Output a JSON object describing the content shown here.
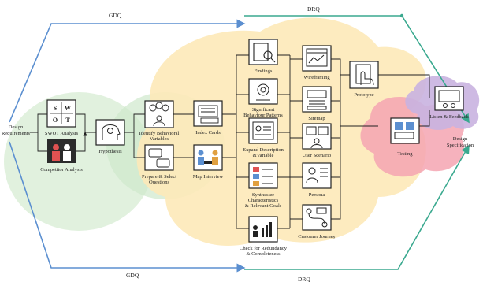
{
  "colors": {
    "gdq_line": "#5b8fd0",
    "drq_line": "#3aa98f",
    "box_stroke": "#222222"
  },
  "labels": {
    "gdq_top": "GDQ",
    "drq_top": "DRQ",
    "gdq_bottom": "GDQ",
    "drq_bottom": "DRQ",
    "design_requirements": [
      "Design",
      "Requirements"
    ],
    "design_specification": [
      "Design",
      "Specification"
    ]
  },
  "nodes": {
    "swot": {
      "label": "SWOT Analysis",
      "letters": [
        "S",
        "W",
        "O",
        "T"
      ]
    },
    "competitor": {
      "label": "Competitor Analysis"
    },
    "hypothesis": {
      "label": "Hypothesis"
    },
    "identify": {
      "label": [
        "Identify Behavioral",
        "Variables"
      ]
    },
    "prepare": {
      "label": [
        "Prepare & Select",
        "Questions"
      ]
    },
    "index_cards": {
      "label": "Index Cards"
    },
    "map_interview": {
      "label": "Map Interview"
    },
    "findings": {
      "label": "Findings"
    },
    "significant": {
      "label": [
        "Significant",
        "Behaviour Patterns"
      ]
    },
    "expand": {
      "label": [
        "Expand Description",
        "&Variable"
      ]
    },
    "synthesize": {
      "label": [
        "Synthesize",
        "Characteristics",
        "& Relevant Goals"
      ]
    },
    "check": {
      "label": [
        "Check for Redundancy",
        "& Completeness"
      ]
    },
    "wireframing": {
      "label": "Wireframing"
    },
    "sitemap": {
      "label": "Sitemap"
    },
    "user_scenario": {
      "label": "User Scenario"
    },
    "persona": {
      "label": "Persona"
    },
    "customer_journey": {
      "label": "Customer Journey"
    },
    "prototype": {
      "label": "Prototype"
    },
    "testing": {
      "label": "Testing"
    },
    "listen": {
      "label": "Listen & Feedback"
    }
  }
}
